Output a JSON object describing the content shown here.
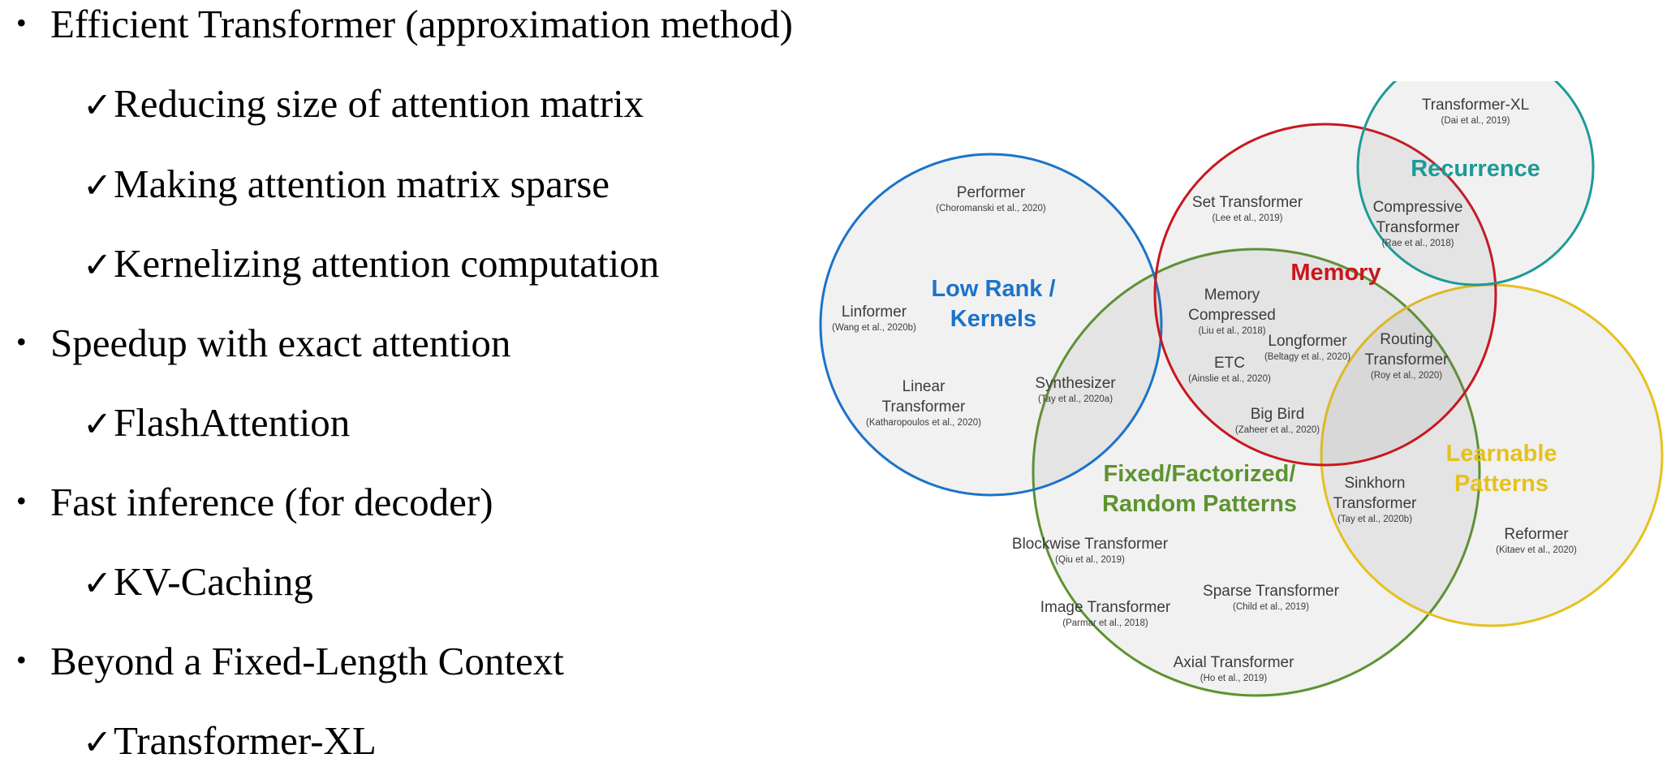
{
  "outline": [
    {
      "kind": "bullet",
      "text": "Efficient Transformer (approximation method)"
    },
    {
      "kind": "check",
      "text": "Reducing size of attention matrix"
    },
    {
      "kind": "check",
      "text": "Making attention matrix sparse"
    },
    {
      "kind": "check",
      "text": "Kernelizing attention computation"
    },
    {
      "kind": "bullet",
      "text": "Speedup with exact attention"
    },
    {
      "kind": "check",
      "text": "FlashAttention"
    },
    {
      "kind": "bullet",
      "text": "Fast inference (for decoder)"
    },
    {
      "kind": "check",
      "text": "KV-Caching"
    },
    {
      "kind": "bullet",
      "text": "Beyond a Fixed-Length Context"
    },
    {
      "kind": "check",
      "text": "Transformer-XL"
    }
  ],
  "glyphs": {
    "bullet": "•",
    "check": "✓"
  },
  "venn": {
    "categories": [
      {
        "id": "low-rank-kernels",
        "lines": [
          "Low Rank /",
          "Kernels"
        ],
        "color": "#1b73c9"
      },
      {
        "id": "memory",
        "lines": [
          "Memory"
        ],
        "color": "#c8171e"
      },
      {
        "id": "recurrence",
        "lines": [
          "Recurrence"
        ],
        "color": "#1e9a96"
      },
      {
        "id": "fixed-factorized-random-patterns",
        "lines": [
          "Fixed/Factorized/",
          "Random Patterns"
        ],
        "color": "#5e9330"
      },
      {
        "id": "learnable-patterns",
        "lines": [
          "Learnable",
          "Patterns"
        ],
        "color": "#e6c11e"
      }
    ],
    "models": [
      {
        "id": "performer",
        "lines": [
          "Performer"
        ],
        "cite": "(Choromanski et al., 2020)"
      },
      {
        "id": "linformer",
        "lines": [
          "Linformer"
        ],
        "cite": "(Wang et al., 2020b)"
      },
      {
        "id": "linear-transformer",
        "lines": [
          "Linear",
          "Transformer"
        ],
        "cite": "(Katharopoulos et al., 2020)"
      },
      {
        "id": "synthesizer",
        "lines": [
          "Synthesizer"
        ],
        "cite": "(Tay et al., 2020a)"
      },
      {
        "id": "set-transformer",
        "lines": [
          "Set Transformer"
        ],
        "cite": "(Lee et al., 2019)"
      },
      {
        "id": "transformer-xl",
        "lines": [
          "Transformer-XL"
        ],
        "cite": "(Dai et al., 2019)"
      },
      {
        "id": "compressive-transformer",
        "lines": [
          "Compressive",
          "Transformer"
        ],
        "cite": "(Rae et al., 2018)"
      },
      {
        "id": "memory-compressed",
        "lines": [
          "Memory",
          "Compressed"
        ],
        "cite": "(Liu et al., 2018)"
      },
      {
        "id": "longformer",
        "lines": [
          "Longformer"
        ],
        "cite": "(Beltagy et al., 2020)"
      },
      {
        "id": "etc",
        "lines": [
          "ETC"
        ],
        "cite": "(Ainslie et al., 2020)"
      },
      {
        "id": "big-bird",
        "lines": [
          "Big Bird"
        ],
        "cite": "(Zaheer et al., 2020)"
      },
      {
        "id": "routing-transformer",
        "lines": [
          "Routing",
          "Transformer"
        ],
        "cite": "(Roy et al., 2020)"
      },
      {
        "id": "sinkhorn-transformer",
        "lines": [
          "Sinkhorn",
          "Transformer"
        ],
        "cite": "(Tay et al., 2020b)"
      },
      {
        "id": "reformer",
        "lines": [
          "Reformer"
        ],
        "cite": "(Kitaev et al., 2020)"
      },
      {
        "id": "blockwise-transformer",
        "lines": [
          "Blockwise Transformer"
        ],
        "cite": "(Qiu et al., 2019)"
      },
      {
        "id": "image-transformer",
        "lines": [
          "Image Transformer"
        ],
        "cite": "(Parmar et al., 2018)"
      },
      {
        "id": "sparse-transformer",
        "lines": [
          "Sparse Transformer"
        ],
        "cite": "(Child et al., 2019)"
      },
      {
        "id": "axial-transformer",
        "lines": [
          "Axial Transformer"
        ],
        "cite": "(Ho et al., 2019)"
      }
    ]
  }
}
